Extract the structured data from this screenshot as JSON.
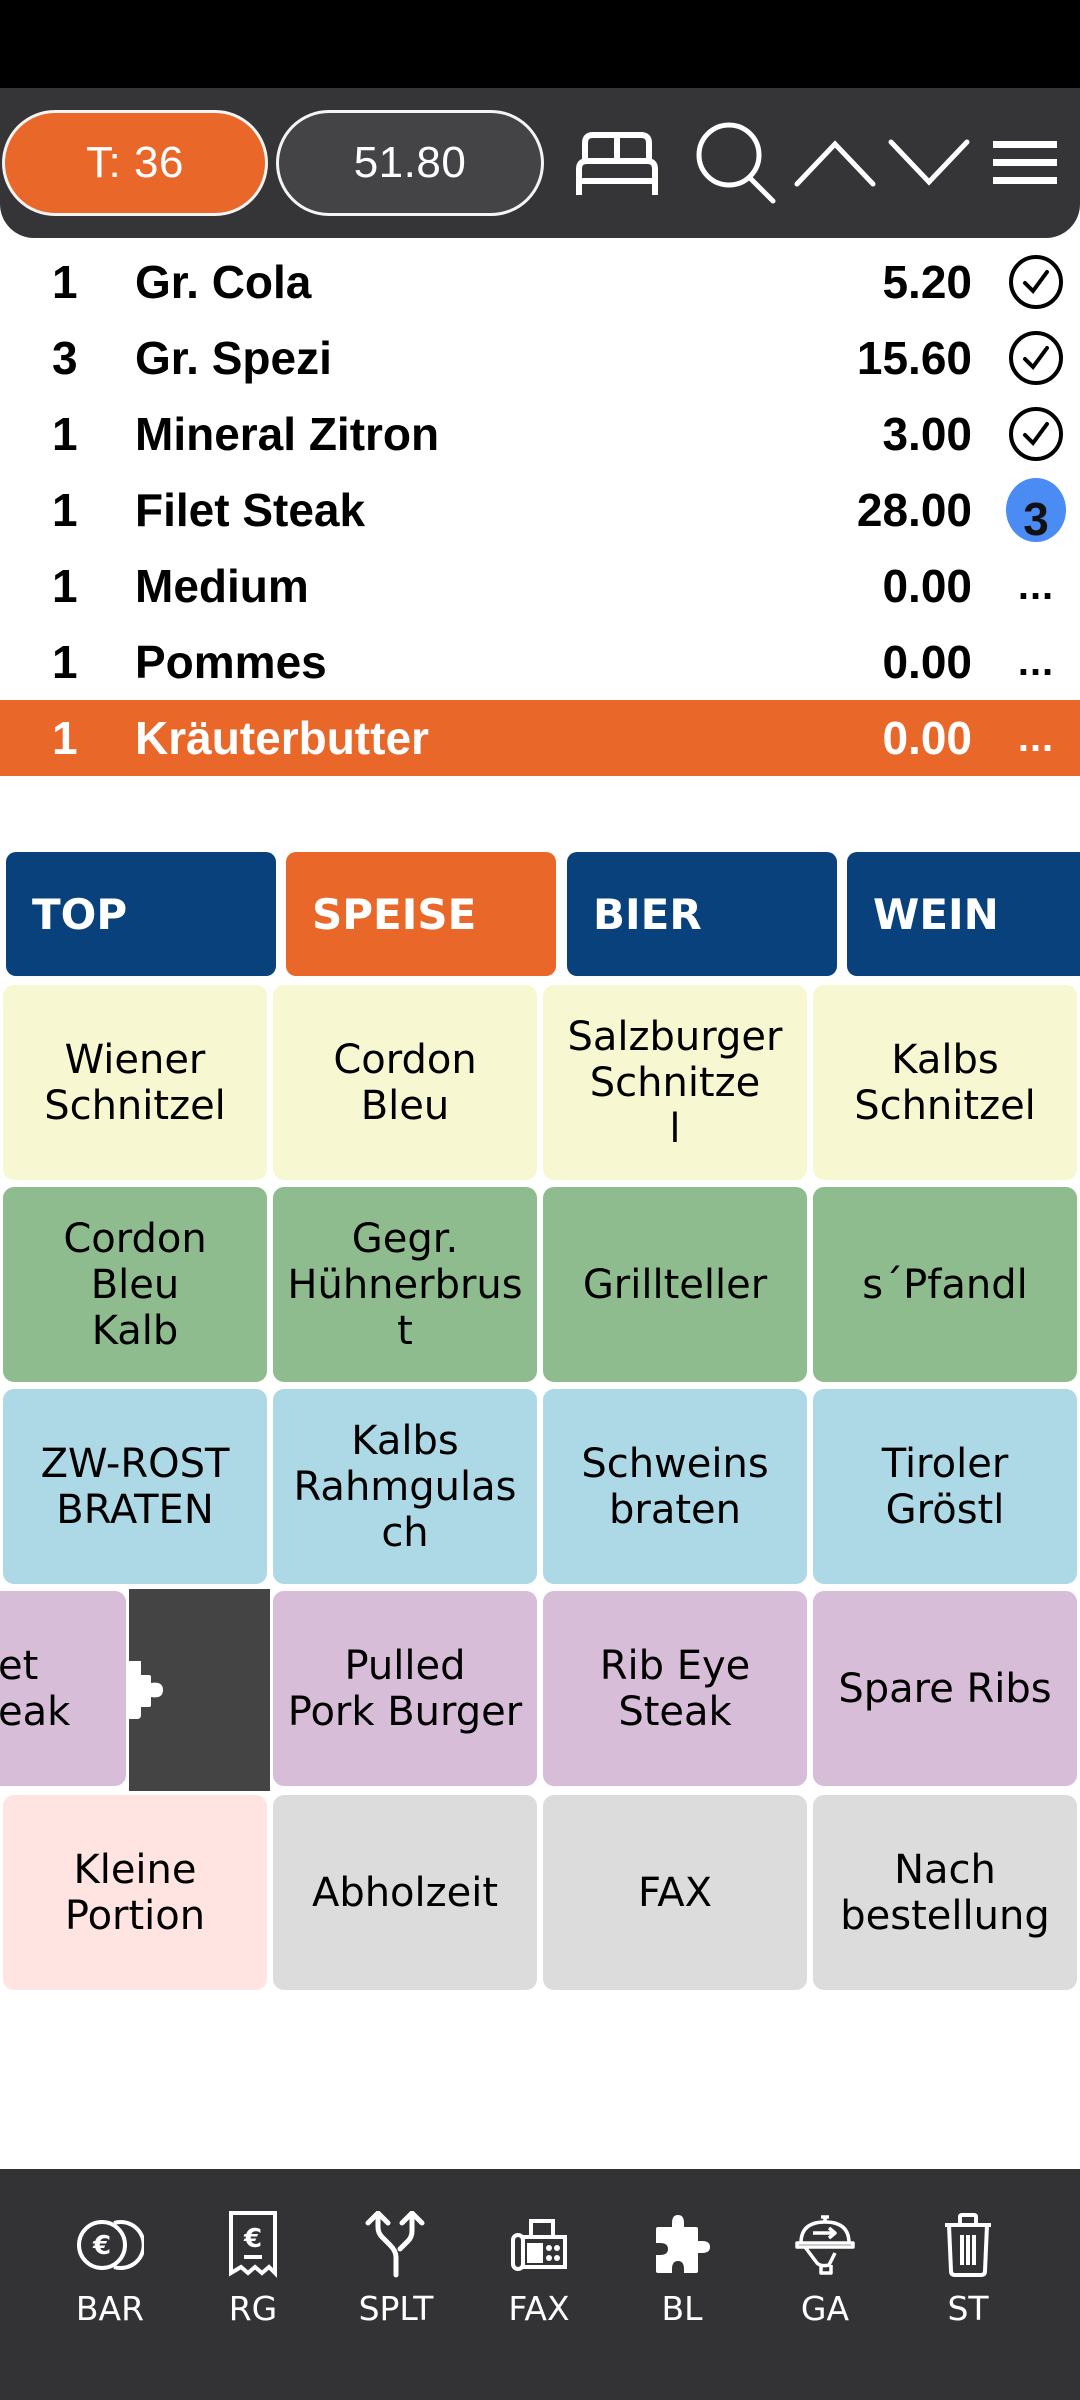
{
  "header": {
    "table_label": "T: 36",
    "total": "51.80",
    "icons": [
      "bed-icon",
      "search-icon",
      "chevron-up-icon",
      "chevron-down-icon",
      "menu-icon"
    ]
  },
  "orders": [
    {
      "qty": "1",
      "name": "Gr. Cola",
      "price": "5.20",
      "status": "check"
    },
    {
      "qty": "3",
      "name": "Gr. Spezi",
      "price": "15.60",
      "status": "check"
    },
    {
      "qty": "1",
      "name": "Mineral Zitron",
      "price": "3.00",
      "status": "check"
    },
    {
      "qty": "1",
      "name": "Filet Steak",
      "price": "28.00",
      "status": "badge",
      "badge": "3"
    },
    {
      "qty": "1",
      "name": "Medium",
      "price": "0.00",
      "status": "more",
      "more": "..."
    },
    {
      "qty": "1",
      "name": "Pommes",
      "price": "0.00",
      "status": "more",
      "more": "..."
    },
    {
      "qty": "1",
      "name": "Kräuterbutter",
      "price": "0.00",
      "status": "more",
      "more": "...",
      "selected": true
    }
  ],
  "tabs": [
    {
      "label": "TOP",
      "active": false
    },
    {
      "label": "SPEISE",
      "active": true
    },
    {
      "label": "BIER",
      "active": false
    },
    {
      "label": "WEIN",
      "active": false
    }
  ],
  "tiles": [
    {
      "label": "Wiener\nSchnitzel",
      "color": "yellow"
    },
    {
      "label": "Cordon\nBleu",
      "color": "yellow"
    },
    {
      "label": "Salzburger\nSchnitze\nl",
      "color": "yellow"
    },
    {
      "label": "Kalbs\nSchnitzel",
      "color": "yellow"
    },
    {
      "label": "Cordon\nBleu\nKalb",
      "color": "green"
    },
    {
      "label": "Gegr.\nHühnerbrus\nt",
      "color": "green"
    },
    {
      "label": "Grillteller",
      "color": "green"
    },
    {
      "label": "s´Pfandl",
      "color": "green"
    },
    {
      "label": "ZW-ROST\nBRATEN",
      "color": "blue"
    },
    {
      "label": "Kalbs\nRahmgulas\nch",
      "color": "blue"
    },
    {
      "label": "Schweins\nbraten",
      "color": "blue"
    },
    {
      "label": "Tiroler\nGröstl",
      "color": "blue"
    },
    {
      "label": "et\neak",
      "color": "purple",
      "note": "Filet Steak tile swiped left"
    },
    {
      "label": "Pulled\nPork Burger",
      "color": "purple"
    },
    {
      "label": "Rib Eye\nSteak",
      "color": "purple"
    },
    {
      "label": "Spare Ribs",
      "color": "purple"
    },
    {
      "label": "Kleine\nPortion",
      "color": "pink"
    },
    {
      "label": "Abholzeit",
      "color": "gray"
    },
    {
      "label": "FAX",
      "color": "gray"
    },
    {
      "label": "Nach\nbestellung",
      "color": "gray"
    }
  ],
  "swipe_action": {
    "icon": "puzzle-icon"
  },
  "bottom_nav": [
    {
      "label": "BAR",
      "icon": "coins-euro-icon"
    },
    {
      "label": "RG",
      "icon": "receipt-euro-icon"
    },
    {
      "label": "SPLT",
      "icon": "split-icon"
    },
    {
      "label": "FAX",
      "icon": "fax-icon"
    },
    {
      "label": "BL",
      "icon": "puzzle-icon"
    },
    {
      "label": "GA",
      "icon": "cloche-icon"
    },
    {
      "label": "ST",
      "icon": "trash-icon"
    }
  ],
  "colors": {
    "accent": "#ea672a",
    "header_bg": "#353537",
    "tab_blue": "#08417c",
    "badge_blue": "#4a8cf4",
    "tile_yellow": "#f7f8d2",
    "tile_green": "#8fbc8f",
    "tile_blue": "#add8e6",
    "tile_purple": "#d7bdd8",
    "tile_pink": "#ffe4e1",
    "tile_gray": "#dcdcdc"
  }
}
